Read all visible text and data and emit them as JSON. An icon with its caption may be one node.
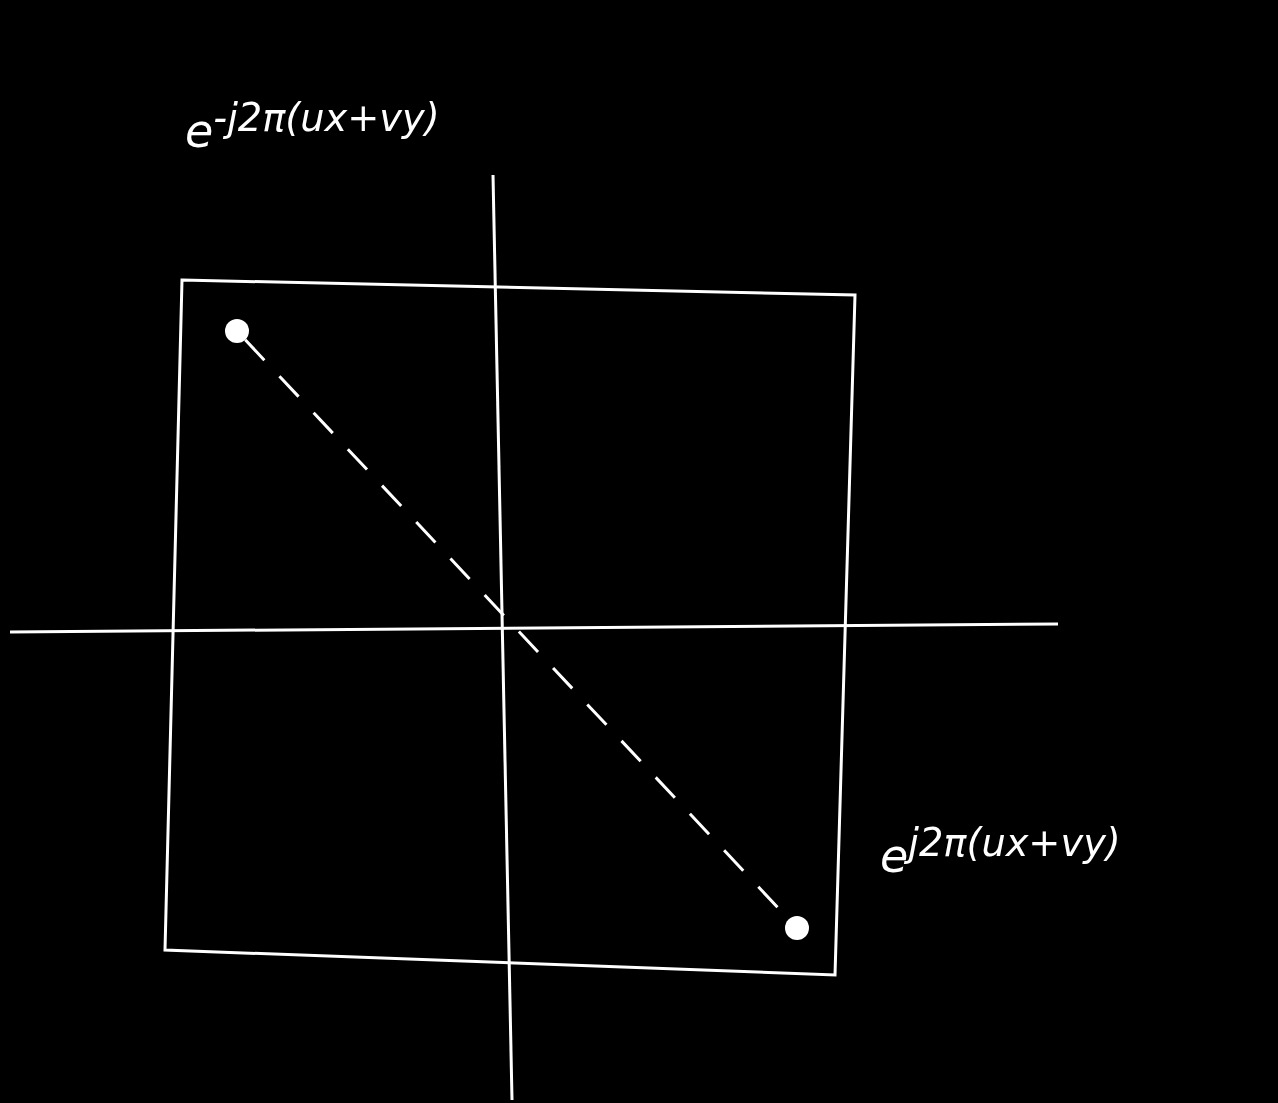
{
  "diagram": {
    "nodes": [
      {
        "text": [],
        "shape": "circle",
        "beside": [
          "e$^{-j2π(ux+vy)}$"
        ]
      },
      {
        "text": [],
        "shape": "circle",
        "beside": [
          "e$^{j2π(ux+vy)}$"
        ]
      }
    ],
    "edges": [
      {
        "from": 0,
        "to": 1,
        "arrow": "none",
        "style": "dashed"
      }
    ]
  }
}
